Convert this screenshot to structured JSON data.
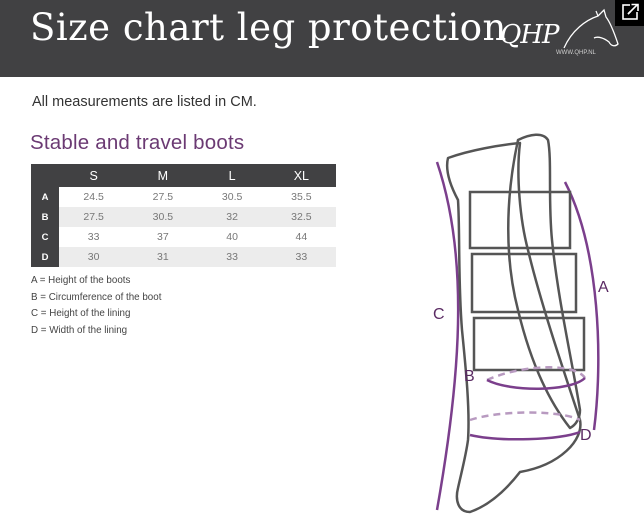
{
  "header": {
    "title": "Size chart leg protection",
    "logo_text": "QHP",
    "logo_url": "WWW.QHP.NL"
  },
  "intro": "All measurements are listed in CM.",
  "section_title": "Stable and travel boots",
  "table": {
    "columns": [
      "S",
      "M",
      "L",
      "XL"
    ],
    "rows": [
      {
        "label": "A",
        "values": [
          "24.5",
          "27.5",
          "30.5",
          "35.5"
        ]
      },
      {
        "label": "B",
        "values": [
          "27.5",
          "30.5",
          "32",
          "32.5"
        ]
      },
      {
        "label": "C",
        "values": [
          "33",
          "37",
          "40",
          "44"
        ]
      },
      {
        "label": "D",
        "values": [
          "30",
          "31",
          "33",
          "33"
        ]
      }
    ]
  },
  "legend": [
    "A = Height of the boots",
    "B = Circumference of the boot",
    "C = Height of the lining",
    "D = Width of the lining"
  ],
  "diagram": {
    "label_a": "A",
    "label_b": "B",
    "label_c": "C",
    "label_d": "D"
  },
  "colors": {
    "header_bg": "#414143",
    "accent_purple": "#6b3a73",
    "measure_line": "#7b3f8c",
    "measure_dashed": "#b89ac0"
  },
  "icons": {
    "expand": "expand-icon",
    "logo": "horse-head-logo"
  }
}
